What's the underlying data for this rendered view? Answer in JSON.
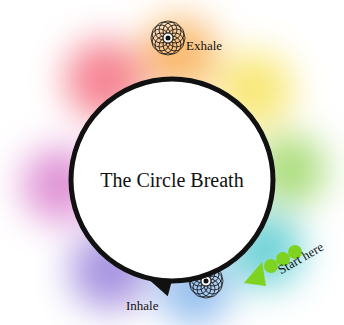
{
  "diagram": {
    "nodes": [
      {
        "text": [
          "The Circle Breath"
        ]
      }
    ],
    "labels": [
      "Exhale",
      "Inhale",
      "Start here"
    ]
  }
}
